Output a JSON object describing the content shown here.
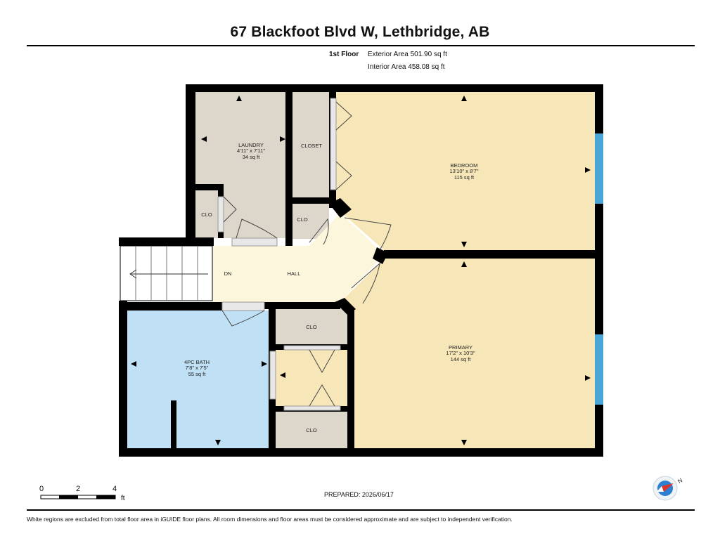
{
  "header": {
    "title": "67 Blackfoot Blvd W, Lethbridge, AB",
    "floor": "1st Floor",
    "exterior_area": "Exterior Area 501.90 sq ft",
    "interior_area": "Interior Area 458.08 sq ft"
  },
  "rooms": {
    "laundry": {
      "name": "LAUNDRY",
      "dims": "4'11\" x 7'11\"",
      "area": "34 sq ft"
    },
    "closet": {
      "name": "CLOSET"
    },
    "clo_laundry": {
      "name": "CLO"
    },
    "clo_hall": {
      "name": "CLO"
    },
    "bedroom": {
      "name": "BEDROOM",
      "dims": "13'10\" x 8'7\"",
      "area": "115 sq ft"
    },
    "hall": {
      "name": "HALL"
    },
    "dn": {
      "name": "DN"
    },
    "bath": {
      "name": "4PC BATH",
      "dims": "7'8\" x 7'5\"",
      "area": "55 sq ft"
    },
    "clo_primary_top": {
      "name": "CLO"
    },
    "clo_primary_bottom": {
      "name": "CLO"
    },
    "primary": {
      "name": "PRIMARY",
      "dims": "17'2\" x 10'3\"",
      "area": "144 sq ft"
    }
  },
  "scale": {
    "ticks": [
      "0",
      "2",
      "4"
    ],
    "unit": "ft"
  },
  "footer": {
    "prepared": "PREPARED: 2026/06/17",
    "disclaimer": "White regions are excluded from total floor area in iGUIDE floor plans. All room dimensions and floor areas must be considered approximate and are subject to independent verification."
  },
  "compass": {
    "label": "N"
  },
  "colors": {
    "wall": "#000000",
    "laundry": "#ddd6cb",
    "bedroom": "#f7e7b8",
    "hall": "#fbf6dc",
    "bath": "#bfe0f5",
    "window": "#4aa6d6"
  }
}
